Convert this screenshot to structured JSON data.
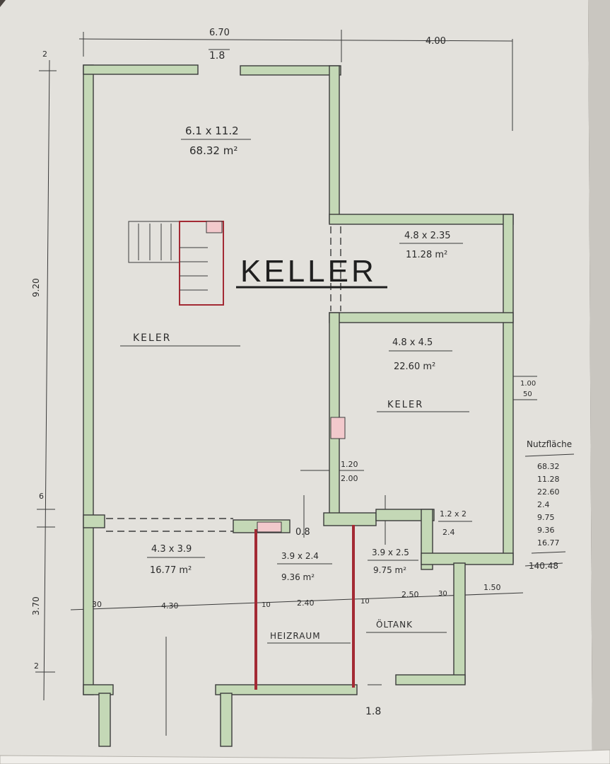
{
  "plan": {
    "title": "KELLER",
    "colors": {
      "paper": "#e3e1dc",
      "wall_fill": "#c4d8b6",
      "wall_line": "#3b3b3b",
      "partition": "#a32a34",
      "stair_fill": "#f2c9cc",
      "ink": "#2b2b2b"
    },
    "dimensions": {
      "top_left": "6.70",
      "top_right": "4.00",
      "opening_top": "1.8",
      "left_main": "9.20",
      "left_small_a": "2",
      "left_small_b": "6",
      "left_lower": "3.70",
      "left_bottom": "2",
      "right_small_a": "1.00",
      "right_small_b": "50",
      "inner_a": "1.20",
      "inner_b": "2.00",
      "opening_mid": "0.8",
      "bottom_opening": "1.8",
      "bottom_row": [
        "30",
        "4.30",
        "10",
        "2.40",
        "10",
        "2.50",
        "30",
        "1.50"
      ]
    },
    "rooms": [
      {
        "id": "keller-main",
        "formula": "6.1 x 11.2",
        "area": "68.32 m²",
        "label": "KELER"
      },
      {
        "id": "room-upper-right",
        "formula": "4.8 x 2.35",
        "area": "11.28 m²"
      },
      {
        "id": "keller-right",
        "formula": "4.8 x 4.5",
        "area": "22.60 m²",
        "label": "KELER"
      },
      {
        "id": "room-lower-left",
        "formula": "4.3 x 3.9",
        "area": "16.77 m²"
      },
      {
        "id": "heizraum",
        "formula": "3.9 x 2.4",
        "area": "9.36 m²",
        "label": "HEIZRAUM"
      },
      {
        "id": "oltank",
        "formula": "3.9 x 2.5",
        "area": "9.75 m²",
        "label": "ÖLTANK"
      },
      {
        "id": "small-room",
        "formula": "1.2 x 2",
        "area": "2.4"
      }
    ],
    "summary": {
      "heading": "Nutzfläche",
      "values": [
        "68.32",
        "11.28",
        "22.60",
        "2.4",
        "9.75",
        "9.36",
        "16.77"
      ],
      "total": "140.48"
    }
  }
}
